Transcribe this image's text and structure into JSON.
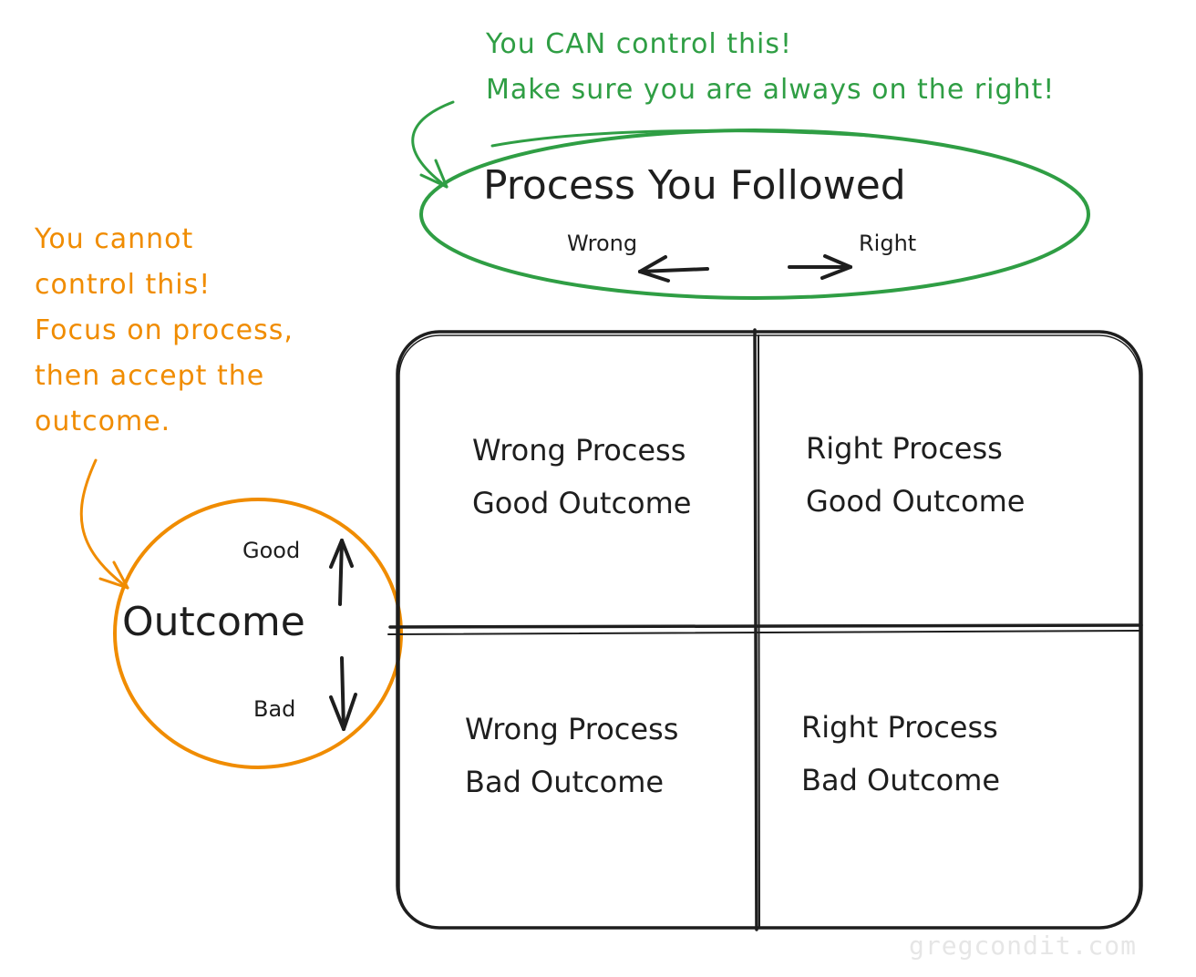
{
  "colors": {
    "green": "#2f9e44",
    "orange": "#f08c00",
    "ink": "#1e1e1e",
    "watermark": "#e6e6e6",
    "background": "#ffffff"
  },
  "green_note": {
    "lines": [
      "You CAN control this!",
      "Make sure you are always on the right!"
    ]
  },
  "process_ellipse": {
    "title": "Process You Followed",
    "left_label": "Wrong",
    "right_label": "Right",
    "left_arrow_icon": "arrow-left-icon",
    "right_arrow_icon": "arrow-right-icon"
  },
  "orange_note": {
    "lines": [
      "You cannot",
      "control this!",
      "Focus on process,",
      "then accept the",
      "outcome."
    ]
  },
  "outcome_circle": {
    "title": "Outcome",
    "up_label": "Good",
    "down_label": "Bad",
    "up_arrow_icon": "arrow-up-icon",
    "down_arrow_icon": "arrow-down-icon"
  },
  "quadrants": [
    {
      "line1": "Wrong Process",
      "line2": "Good Outcome"
    },
    {
      "line1": "Right Process",
      "line2": "Good Outcome"
    },
    {
      "line1": "Wrong Process",
      "line2": "Bad Outcome"
    },
    {
      "line1": "Right Process",
      "line2": "Bad Outcome"
    }
  ],
  "watermark": "gregcondit.com"
}
